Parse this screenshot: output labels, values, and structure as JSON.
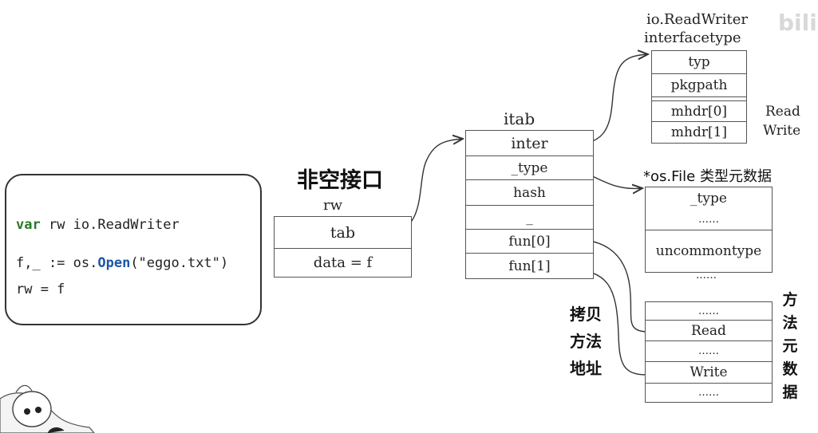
{
  "code": {
    "line1_kw": "var",
    "line1_rest": " rw io.ReadWriter",
    "line2_pre": "f,_ := os.",
    "line2_fn": "Open",
    "line2_post": "(\"eggo.txt\")",
    "line3": "rw = f"
  },
  "heading": "非空接口",
  "rw": {
    "name": "rw",
    "tab": "tab",
    "data": "data = f"
  },
  "itab": {
    "title": "itab",
    "rows": [
      "inter",
      "_type",
      "hash",
      "_",
      "fun[0]",
      "fun[1]"
    ]
  },
  "interfacetype": {
    "title1": "io.ReadWriter",
    "title2": "interfacetype",
    "rows": [
      "typ",
      "pkgpath",
      "mhdr[0]",
      "mhdr[1]"
    ],
    "side_labels": [
      "Read",
      "Write"
    ]
  },
  "os_file": {
    "title": "*os.File 类型元数据",
    "rows": [
      "_type",
      "……",
      "uncommontype"
    ],
    "below": "……"
  },
  "methods": {
    "rows": [
      "……",
      "Read",
      "……",
      "Write",
      "……"
    ],
    "side_label": [
      "方",
      "法",
      "元",
      "数",
      "据"
    ]
  },
  "copy_label": [
    "拷贝",
    "方法",
    "地址"
  ],
  "watermark": "bili"
}
